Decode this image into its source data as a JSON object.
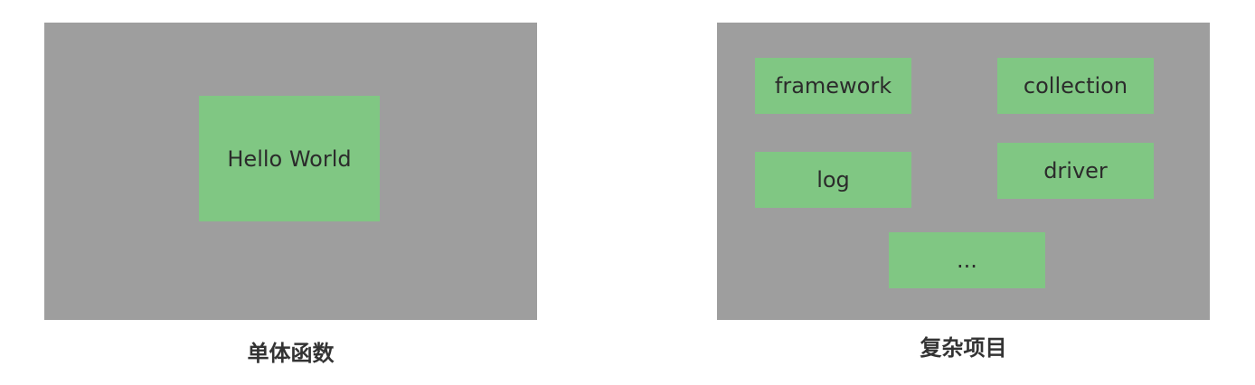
{
  "left_panel": {
    "box_label": "Hello World",
    "caption": "单体函数"
  },
  "right_panel": {
    "boxes": [
      {
        "label": "framework"
      },
      {
        "label": "collection"
      },
      {
        "label": "log"
      },
      {
        "label": "driver"
      },
      {
        "label": "..."
      }
    ],
    "caption": "复杂项目"
  },
  "colors": {
    "panel": "#9e9e9e",
    "box": "#80c783",
    "text": "#2b2b2b"
  }
}
